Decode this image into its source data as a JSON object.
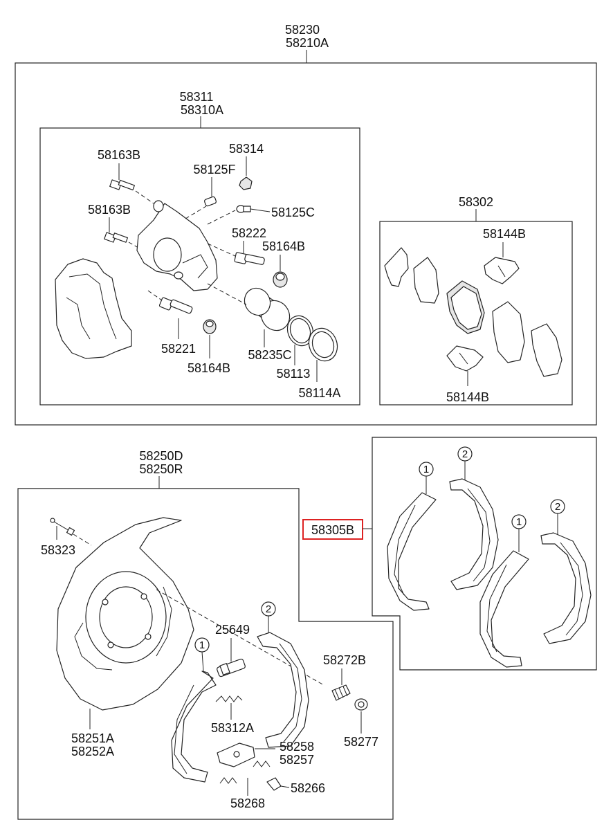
{
  "labels": {
    "l58230": "58230",
    "l58210A": "58210A",
    "l58311": "58311",
    "l58310A": "58310A",
    "l58163B_1": "58163B",
    "l58314": "58314",
    "l58125F": "58125F",
    "l58163B_2": "58163B",
    "l58125C": "58125C",
    "l58222": "58222",
    "l58164B_1": "58164B",
    "l58221": "58221",
    "l58164B_2": "58164B",
    "l58235C": "58235C",
    "l58113": "58113",
    "l58114A": "58114A",
    "l58302": "58302",
    "l58144B_1": "58144B",
    "l58144B_2": "58144B",
    "l58250D": "58250D",
    "l58250R": "58250R",
    "l58305B": "58305B",
    "l58323": "58323",
    "l25649": "25649",
    "l58272B": "58272B",
    "l58251A": "58251A",
    "l58252A": "58252A",
    "l58312A": "58312A",
    "l58277": "58277",
    "l58258": "58258",
    "l58257": "58257",
    "l58266": "58266",
    "l58268": "58268"
  },
  "markers": {
    "m1": "1",
    "m2": "2",
    "m3": "1",
    "m4": "2",
    "m5": "2",
    "m6": "1"
  },
  "colors": {
    "highlight": "#dd2222",
    "line": "#222222"
  }
}
